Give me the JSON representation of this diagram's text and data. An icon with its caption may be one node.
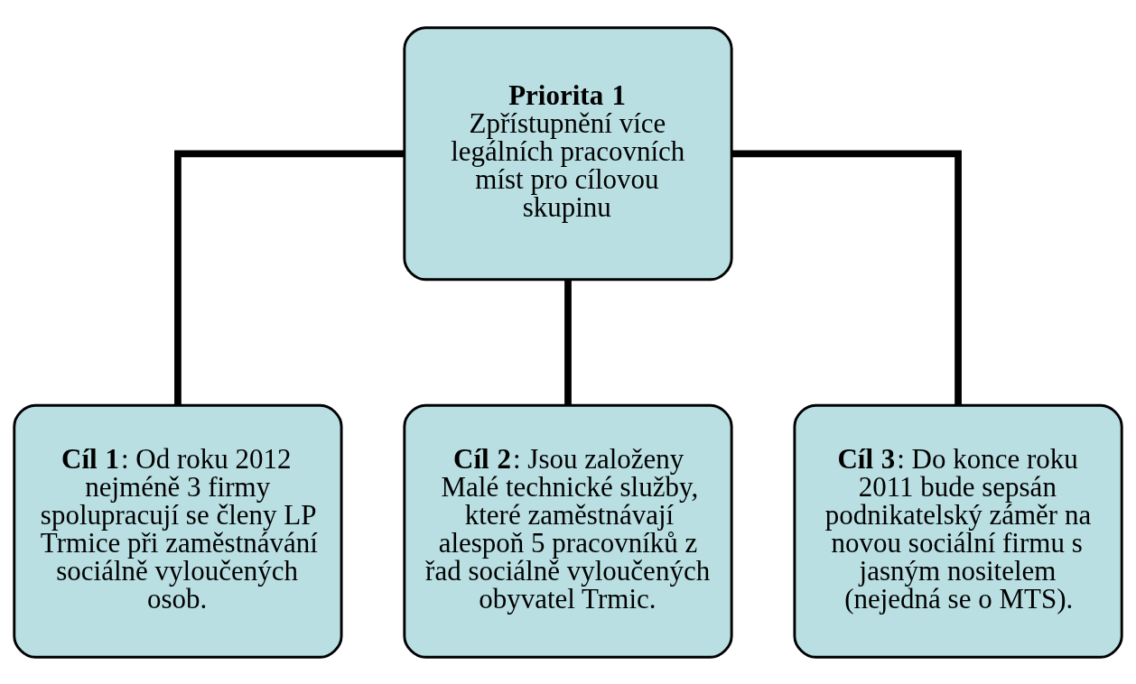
{
  "diagram": {
    "nodes": [
      {
        "text": [
          "Priorita 1",
          "Zpřístupnění více legálních pracovních míst pro cílovou skupinu"
        ]
      },
      {
        "text": [
          "**Cíl 1**: Od roku 2012 nejméně 3 firmy spolupracují se členy LP Trmice při zaměstnávání sociálně vyloučených osob."
        ]
      },
      {
        "text": [
          "**Cíl 2**: Jsou založeny Malé technické služby, které zaměstnávají alespoň 5 pracovníků z řad sociálně vyloučených obyvatel Trmic."
        ]
      },
      {
        "text": [
          "**Cíl 3**: Do konce roku 2011 bude sepsán podnikatelský záměr na novou sociální firmu s jasným nositelem (nejedná se o MTS)."
        ]
      }
    ],
    "edges": [
      {
        "from": 0,
        "to": 1,
        "arrow": "none"
      },
      {
        "from": 0,
        "to": 2,
        "arrow": "none"
      },
      {
        "from": 0,
        "to": 3,
        "arrow": "none"
      }
    ]
  }
}
